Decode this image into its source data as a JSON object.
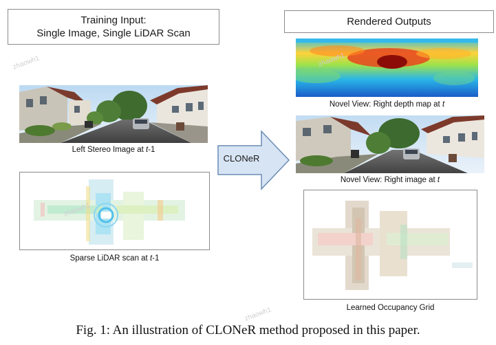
{
  "left_panel": {
    "title_line1": "Training Input:",
    "title_line2": "Single Image, Single LiDAR Scan",
    "stereo_caption_prefix": "Left Stereo Image at ",
    "stereo_caption_var": "t",
    "stereo_caption_suffix": "-1",
    "lidar_caption_prefix": "Sparse LiDAR scan at ",
    "lidar_caption_var": "t",
    "lidar_caption_suffix": "-1"
  },
  "arrow": {
    "label": "CLONeR",
    "fill_color": "#d7e4f3",
    "stroke_color": "#6a8bb5"
  },
  "right_panel": {
    "title": "Rendered Outputs",
    "depth_caption_prefix": "Novel View: Right depth map at ",
    "depth_caption_var": "t",
    "image_caption_prefix": "Novel View: Right image at ",
    "image_caption_var": "t",
    "grid_caption": "Learned Occupancy Grid"
  },
  "figure_caption": "Fig. 1: An illustration of CLONeR method proposed in this paper.",
  "watermark": "zhaowh1"
}
